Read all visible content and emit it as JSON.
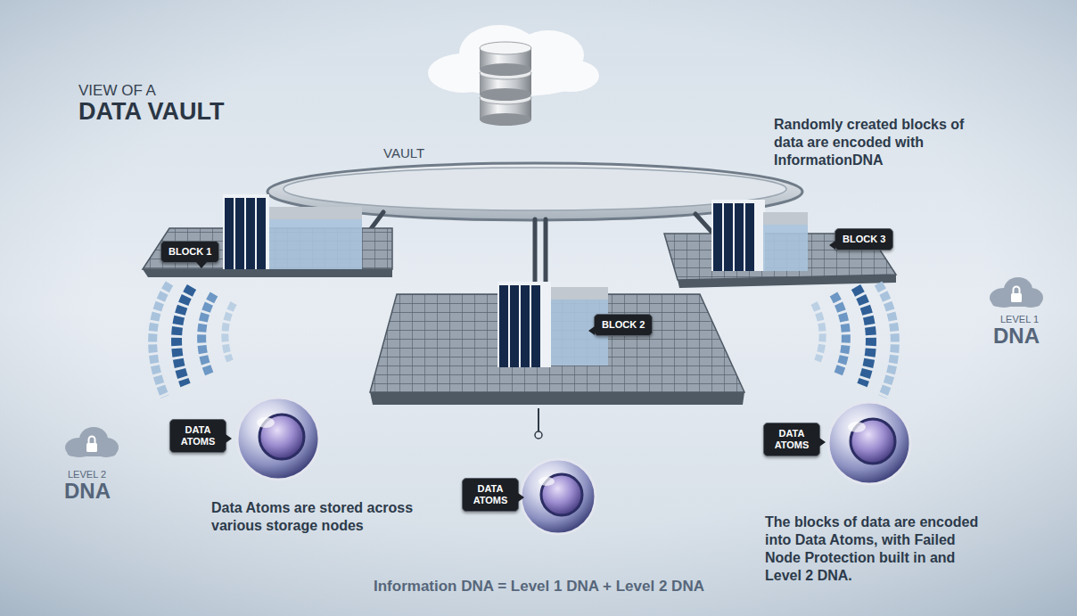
{
  "diagram": {
    "title": "DATA VAULT",
    "caption": "Information DNA = Level 1 DNA + Level 2 DNA",
    "nodes": [
      {
        "text": [
          "BLOCK 1"
        ]
      },
      {
        "text": [
          "BLOCK 2"
        ]
      },
      {
        "text": [
          "BLOCK 3"
        ]
      },
      {
        "text": [
          "DATA ATOMS"
        ]
      },
      {
        "text": [
          "DATA ATOMS"
        ]
      },
      {
        "text": [
          "DATA ATOMS"
        ]
      }
    ],
    "labels": [
      "VIEW OF A",
      "VAULT",
      "Randomly created blocks of data are encoded with InformationDNA",
      "LEVEL 1",
      "DNA",
      "LEVEL 2",
      "DNA",
      "Data Atoms are stored across various storage nodes",
      "The blocks of data are encoded into Data Atoms, with Failed Node Protection built in and Level 2 DNA."
    ]
  }
}
